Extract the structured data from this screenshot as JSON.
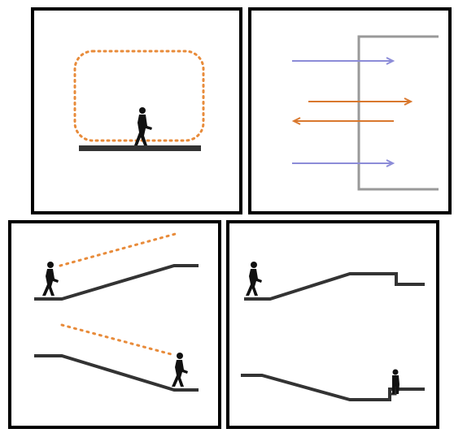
{
  "colors": {
    "frame": "#000000",
    "ground": "#333333",
    "dotted_path": "#e88b3a",
    "orange_arrow": "#d9782e",
    "blue_arrow": "#8c8cd8",
    "wall": "#999999",
    "figure": "#111111"
  },
  "panels": [
    {
      "id": "walker-on-flat-ground-with-loop"
    },
    {
      "id": "arrows-passing-wall"
    },
    {
      "id": "walkers-on-ramps-with-dotted-sightlines"
    },
    {
      "id": "walkers-on-ramps-and-step"
    }
  ]
}
